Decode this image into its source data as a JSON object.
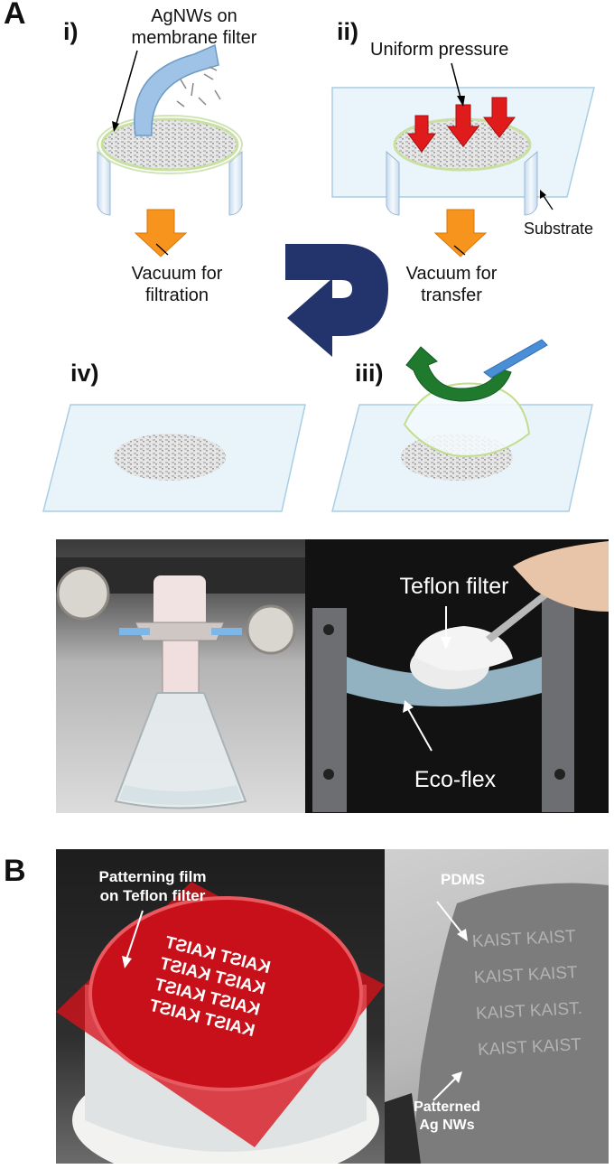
{
  "panel_a": {
    "letter": "A",
    "steps": {
      "i": "i)",
      "ii": "ii)",
      "iii": "iii)",
      "iv": "iv)"
    },
    "labels": {
      "agnws_line1": "AgNWs on",
      "agnws_line2": "membrane filter",
      "uniform_pressure": "Uniform pressure",
      "substrate": "Substrate",
      "vacuum_filtration_line1": "Vacuum for",
      "vacuum_filtration_line2": "filtration",
      "vacuum_transfer_line1": "Vacuum for",
      "vacuum_transfer_line2": "transfer"
    },
    "photo_labels": {
      "teflon_filter": "Teflon filter",
      "eco_flex": "Eco-flex"
    }
  },
  "panel_b": {
    "letter": "B",
    "labels": {
      "patterning_line1": "Patterning film",
      "patterning_line2": "on Teflon filter",
      "pdms": "PDMS",
      "patterned_line1": "Patterned",
      "patterned_line2": "Ag NWs"
    },
    "film_text": [
      "KAIST KAIST",
      "KAIST KAIST",
      "KAIST KAIST",
      "KAIST KAIST"
    ],
    "pdms_text": [
      "KAIST KAIST",
      "KAIST KAIST",
      "KAIST KAIST.",
      "KAIST KAIST"
    ]
  },
  "colors": {
    "substrate_blue": "#cfe6f3",
    "arrow_orange": "#f7941d",
    "arrow_red": "#e01b1b",
    "arrow_navy": "#23336b",
    "arrow_green": "#1f7a2e",
    "film_red": "#d8121b"
  }
}
